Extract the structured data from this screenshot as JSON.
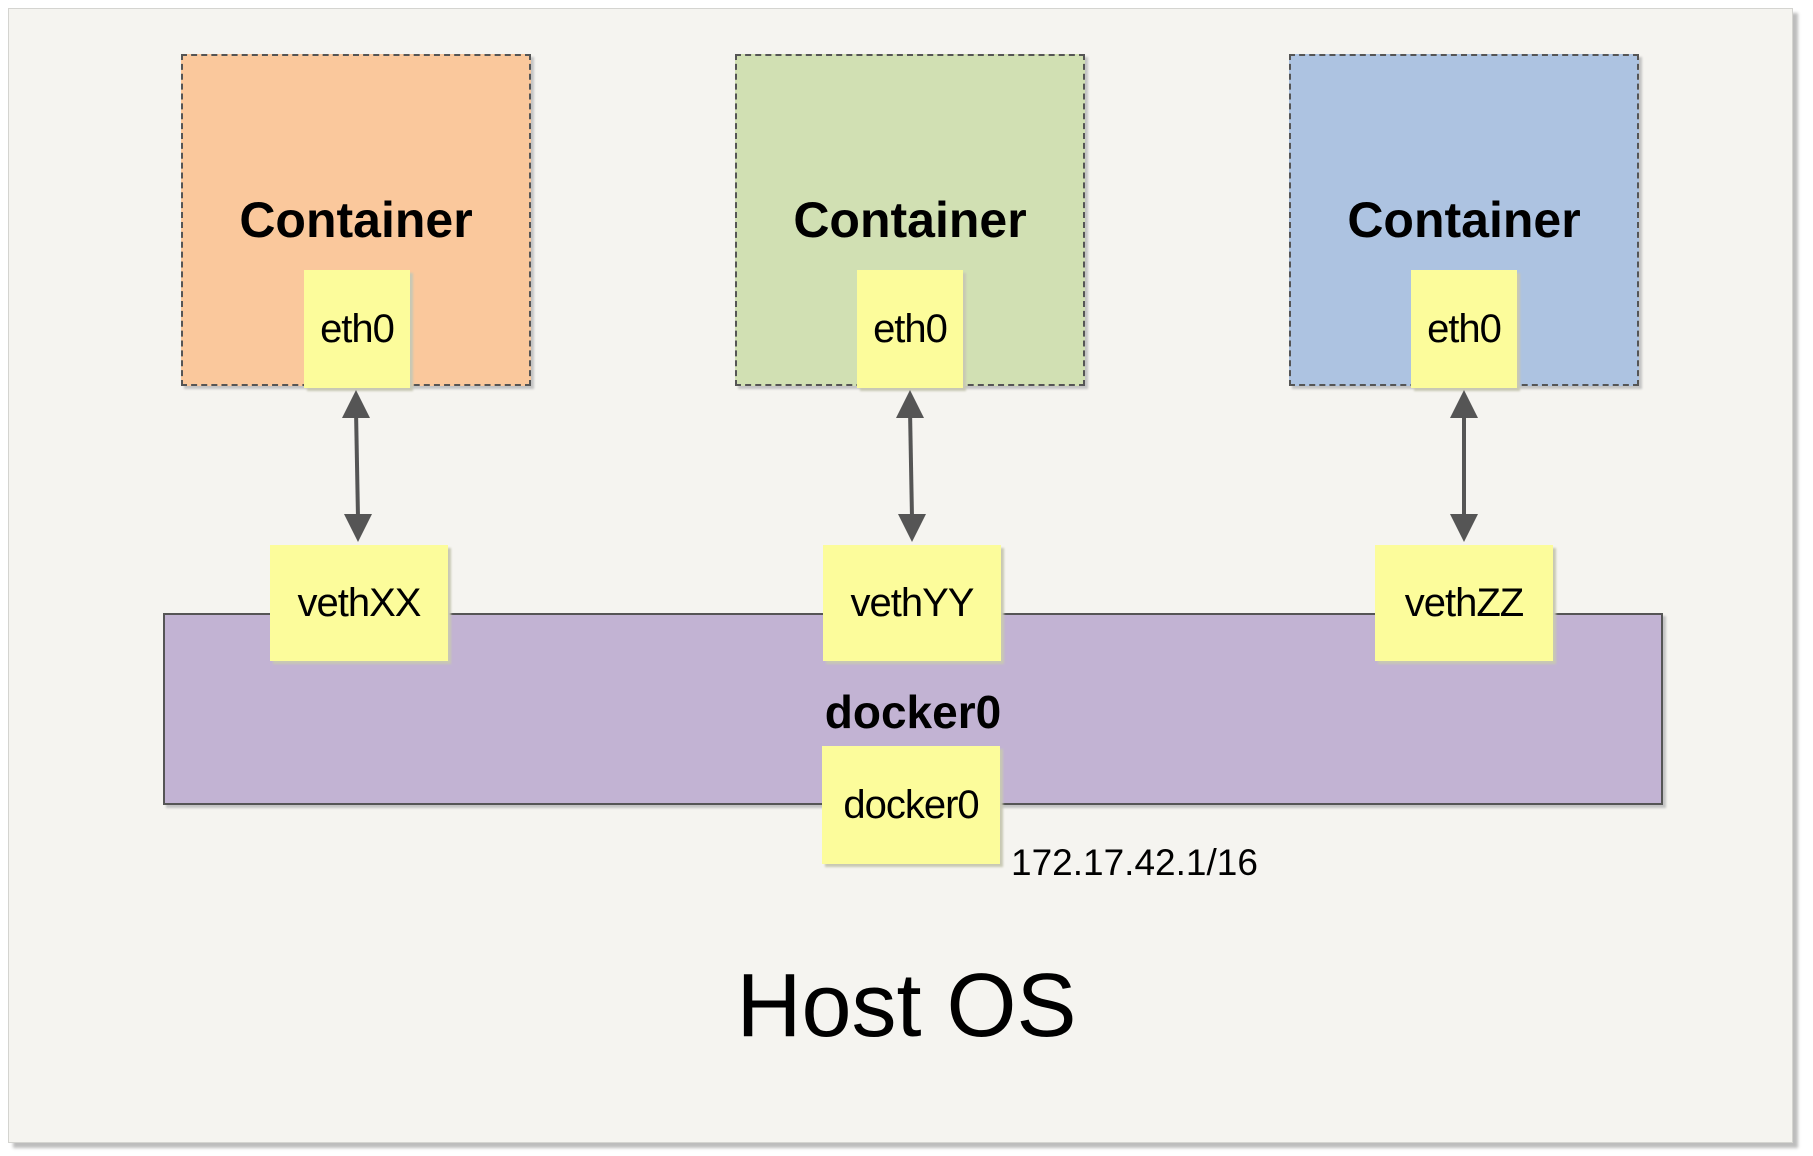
{
  "containers": [
    {
      "title": "Container",
      "iface": "eth0",
      "color": "#fac89c"
    },
    {
      "title": "Container",
      "iface": "eth0",
      "color": "#d1e0b3"
    },
    {
      "title": "Container",
      "iface": "eth0",
      "color": "#adc3e1"
    }
  ],
  "veths": [
    "vethXX",
    "vethYY",
    "vethZZ"
  ],
  "bridge": {
    "title": "docker0",
    "iface": "docker0",
    "ip": "172.17.42.1/16",
    "color": "#c2b3d3"
  },
  "host": {
    "label": "Host OS"
  },
  "note_color": "#fcfc9b"
}
